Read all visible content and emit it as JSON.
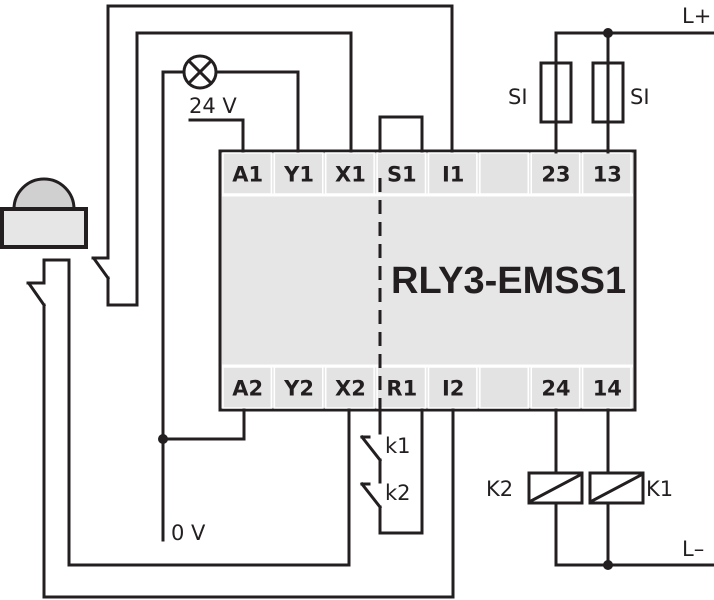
{
  "device": {
    "name": "RLY3-EMSS1",
    "top_terminals": [
      "A1",
      "Y1",
      "X1",
      "S1",
      "I1",
      "",
      "23",
      "13"
    ],
    "bottom_terminals": [
      "A2",
      "Y2",
      "X2",
      "R1",
      "I2",
      "",
      "24",
      "14"
    ]
  },
  "labels": {
    "supply_24v": "24 V",
    "supply_0v": "0 V",
    "l_plus": "L+",
    "l_minus": "L–",
    "fuse_left": "SI",
    "fuse_right": "SI",
    "contact_k1": "k1",
    "contact_k2": "k2",
    "coil_k2": "K2",
    "coil_k1": "K1"
  },
  "components": {
    "emergency_stop_button": "emergency-stop-pushbutton",
    "indicator_lamp": "lamp",
    "fuses": 2,
    "coils": 2,
    "feedback_contacts": 2
  },
  "colors": {
    "line": "#231f20",
    "body_fill": "#e6e6e6",
    "cell_fill": "#e3e3e3",
    "button_fill": "#e6e6e6",
    "dome_fill": "#d0d0d0"
  }
}
